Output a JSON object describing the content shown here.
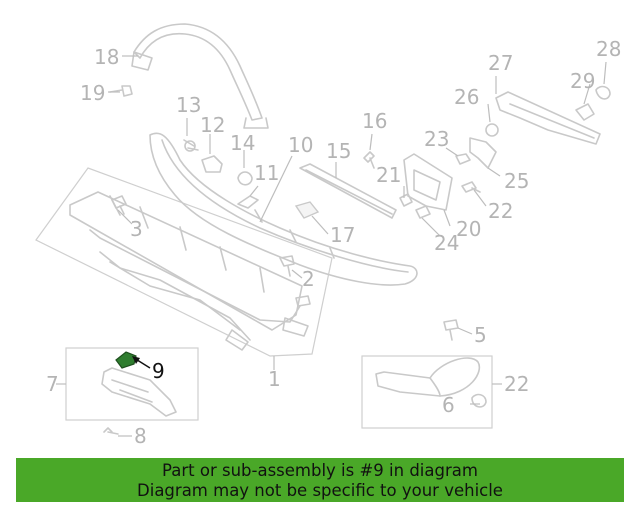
{
  "diagram": {
    "callouts": [
      "1",
      "2",
      "3",
      "5",
      "6",
      "7",
      "8",
      "9",
      "10",
      "11",
      "12",
      "13",
      "14",
      "15",
      "16",
      "17",
      "18",
      "19",
      "20",
      "21",
      "22",
      "23",
      "24",
      "25",
      "26",
      "27",
      "28",
      "29"
    ],
    "highlight": "9",
    "highlight_color": "#2f7d2f"
  },
  "banner": {
    "line1": "Part or sub-assembly is #9 in diagram",
    "line2": "Diagram may not be specific to your vehicle",
    "background": "#4aa828"
  }
}
